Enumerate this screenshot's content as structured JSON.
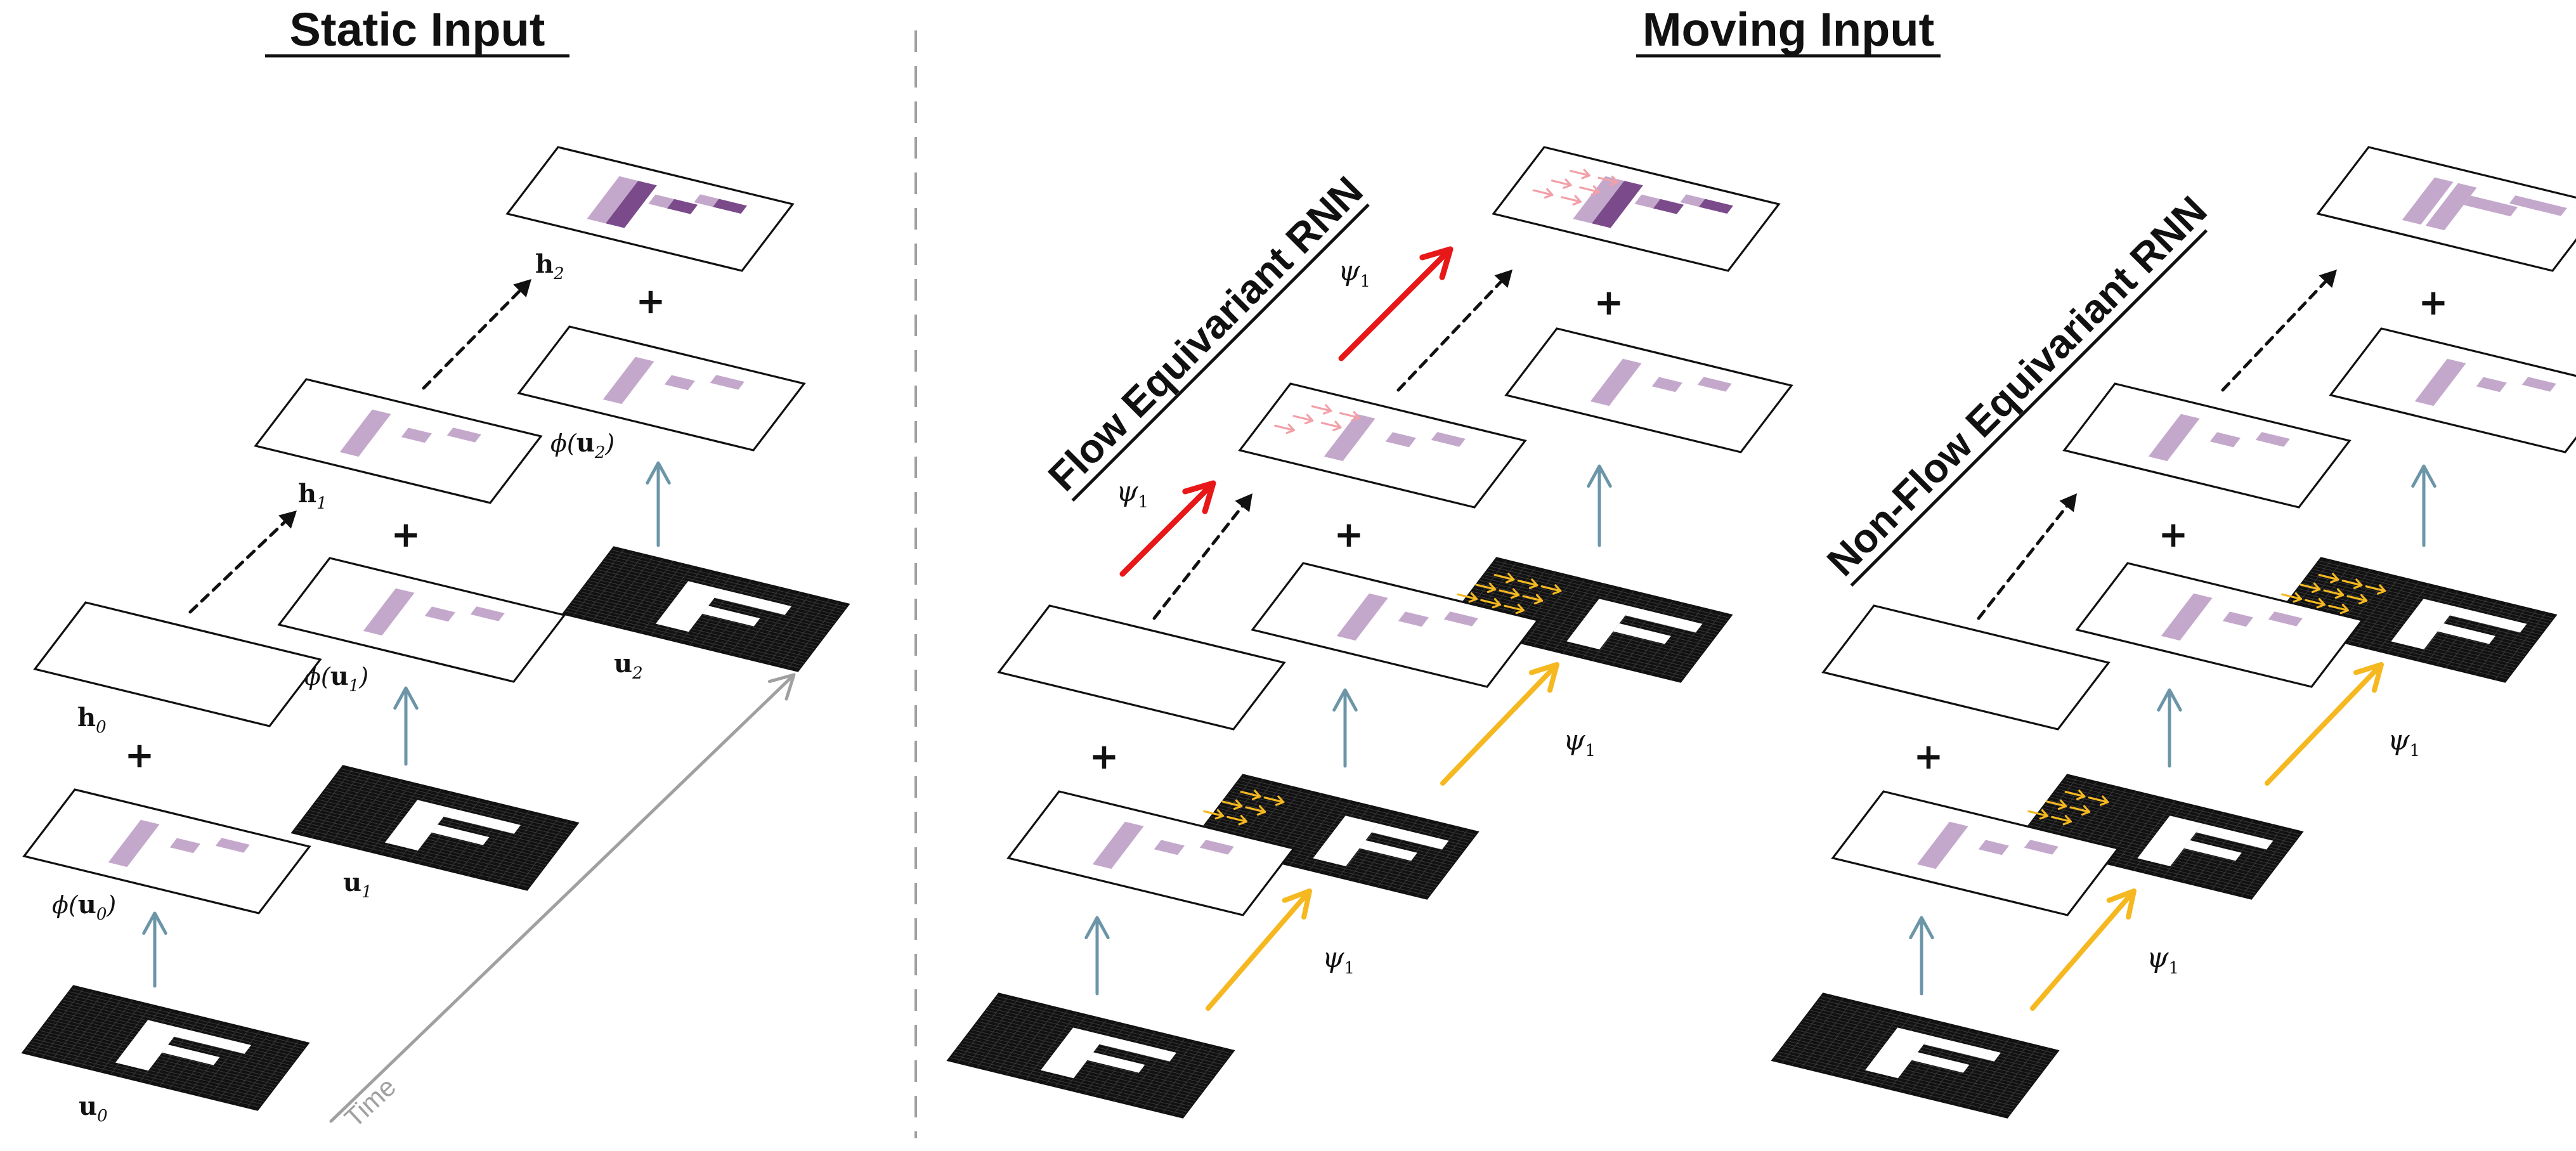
{
  "sections": {
    "static": {
      "title": "Static Input"
    },
    "moving": {
      "title": "Moving Input"
    }
  },
  "models": {
    "flow": {
      "title": "Flow Equivariant RNN"
    },
    "nonflow": {
      "title": "Non-Flow Equivariant RNN"
    }
  },
  "labels": {
    "h0": {
      "base": "h",
      "sub": "0"
    },
    "h1": {
      "base": "h",
      "sub": "1"
    },
    "h2": {
      "base": "h",
      "sub": "2"
    },
    "u0": {
      "base": "u",
      "sub": "0"
    },
    "u1": {
      "base": "u",
      "sub": "1"
    },
    "u2": {
      "base": "u",
      "sub": "2"
    },
    "phi_u0": {
      "pre": "ϕ(",
      "base": "u",
      "sub": "0",
      "post": ")"
    },
    "phi_u1": {
      "pre": "ϕ(",
      "base": "u",
      "sub": "1",
      "post": ")"
    },
    "phi_u2": {
      "pre": "ϕ(",
      "base": "u",
      "sub": "2",
      "post": ")"
    },
    "psi": {
      "base": "ψ",
      "sub": "1"
    },
    "plus": "+",
    "time": "Time",
    "glyph": "F"
  },
  "colors": {
    "light_purple": "#c4a8cc",
    "dark_purple": "#7a4a8a",
    "pink_arrow": "#f2a0a8",
    "blue_arrow": "#6c95a8",
    "yellow_arrow": "#f5b820",
    "red_arrow": "#e81818",
    "dashed_divider": "#a0a0a0",
    "time_arrow": "#a0a0a0",
    "input_bg": "#111111"
  }
}
